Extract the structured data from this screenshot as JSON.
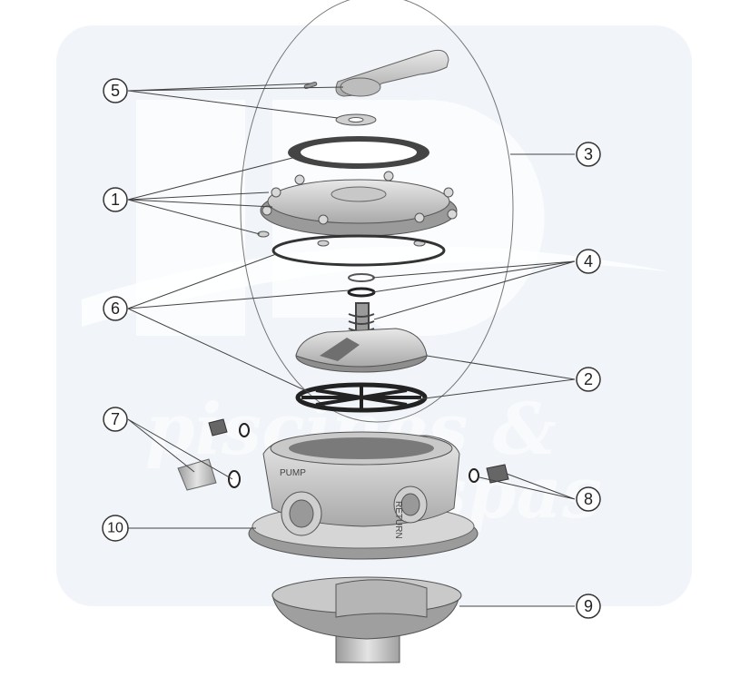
{
  "watermark": {
    "line1": "piscines &",
    "line2": "spas"
  },
  "callouts": [
    {
      "id": "1",
      "label": "1"
    },
    {
      "id": "2",
      "label": "2"
    },
    {
      "id": "3",
      "label": "3"
    },
    {
      "id": "4",
      "label": "4"
    },
    {
      "id": "5",
      "label": "5"
    },
    {
      "id": "6",
      "label": "6"
    },
    {
      "id": "7",
      "label": "7"
    },
    {
      "id": "8",
      "label": "8"
    },
    {
      "id": "9",
      "label": "9"
    },
    {
      "id": "10",
      "label": "10"
    }
  ],
  "body_markings": {
    "pump": "PUMP",
    "return": "RETURN"
  },
  "colors": {
    "part_light": "#dcdcdc",
    "part_mid": "#b9b9b9",
    "part_dark": "#8a8a8a",
    "outline": "#555555",
    "watermark_bg": "#eef3f8"
  }
}
